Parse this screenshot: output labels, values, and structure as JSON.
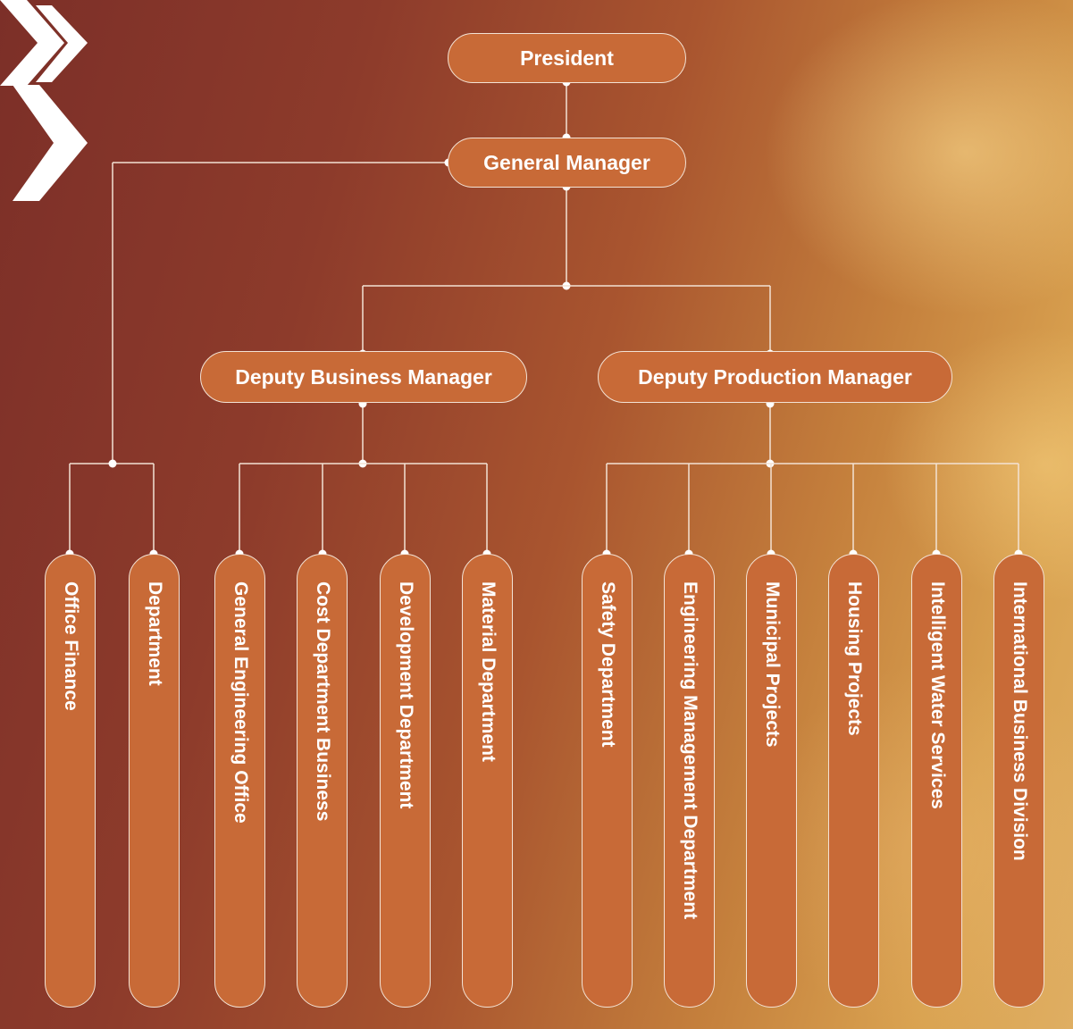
{
  "top": {
    "president": "President",
    "general_manager": "General Manager"
  },
  "deputies": {
    "business": "Deputy Business Manager",
    "production": "Deputy Production Manager"
  },
  "departments": {
    "gm": [
      "Office Finance",
      "Department"
    ],
    "business": [
      "General Engineering Office",
      "Cost Department Business",
      "Development Department",
      "Material Department"
    ],
    "production": [
      "Safety Department",
      "Engineering Management Department",
      "Municipal Projects",
      "Housing Projects",
      "Intelligent Water Services",
      "International Business Division"
    ]
  },
  "colors": {
    "node_fill": "#c86a37",
    "node_border": "#f3e2d4",
    "connector": "#f3e2d4",
    "text": "#ffffff"
  },
  "icons": [
    "double-chevron-icon"
  ]
}
